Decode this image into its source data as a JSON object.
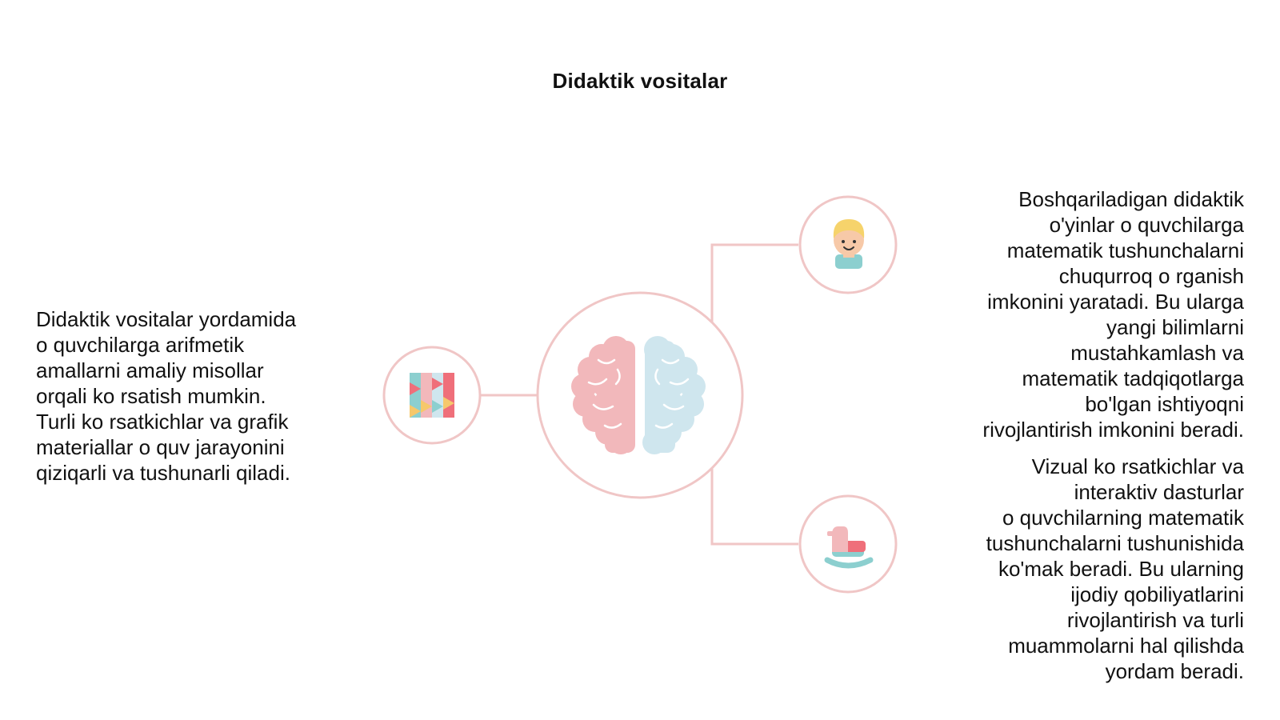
{
  "title": "Didaktik vositalar",
  "left_text": "Didaktik vositalar yordamida\no quvchilarga arifmetik\namallarni amaliy misollar\norqali ko rsatish mumkin.\nTurli ko rsatkichlar va grafik\nmateriallar o quv jarayonini\nqiziqarli va tushunarli qiladi.",
  "right_text_top": "Boshqariladigan didaktik\no'yinlar o quvchilarga\nmatematik tushunchalarni\nchuqurroq o rganish\nimkonini yaratadi. Bu ularga\nyangi bilimlarni\nmustahkamlash va\nmatematik tadqiqotlarga\nbo'lgan ishtiyoqni\nrivojlantirish imkonini beradi.",
  "right_text_bottom": "Vizual ko rsatkichlar va\ninteraktiv dasturlar\no quvchilarning matematik\ntushunchalarni tushunishida\nko'mak beradi. Bu ularning\nijodiy qobiliyatlarini\nrivojlantirish va turli\nmuammolarni hal qilishda\nyordam beradi.",
  "icons": {
    "center": "brain-icon",
    "left": "puzzle-blocks-icon",
    "top_right": "child-face-icon",
    "bottom_right": "rocking-horse-icon"
  },
  "colors": {
    "connector": "#f0c6c6",
    "brain_left": "#f2b8bb",
    "brain_right": "#cfe6ee",
    "accent_teal": "#8ccfcf",
    "accent_red": "#ef6f7a",
    "accent_yellow": "#f6c86b"
  }
}
